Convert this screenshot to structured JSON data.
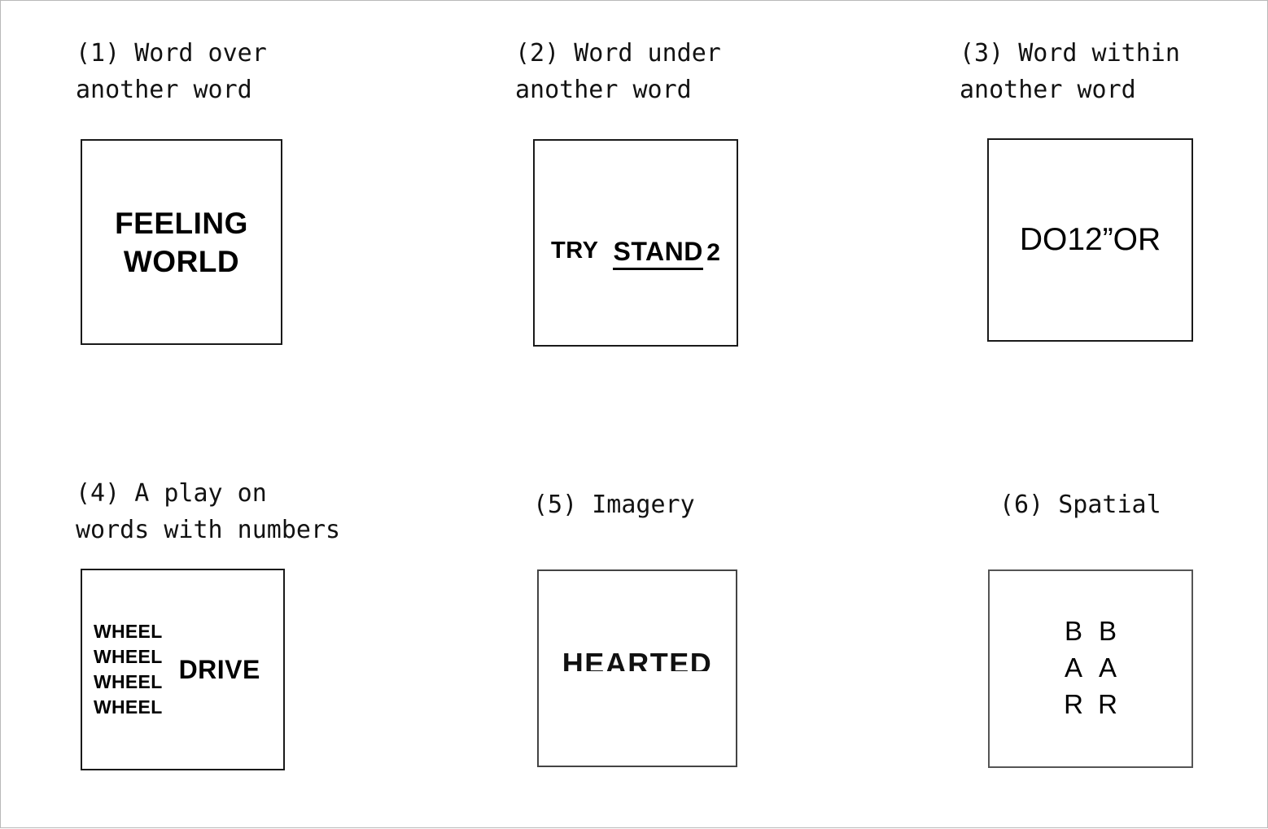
{
  "page": {
    "background": "#ffffff",
    "border_color": "#b9b9b9",
    "text_color": "#121212"
  },
  "puzzles": [
    {
      "caption": "(1) Word over\nanother word",
      "type": "word-over-word",
      "answer_style": "two stacked bold words",
      "lines": [
        "FEELING",
        "WORLD"
      ]
    },
    {
      "caption": "(2) Word under\nanother word",
      "type": "word-under-word",
      "left_word": "TRY",
      "numerator": "STAND",
      "denominator": "2"
    },
    {
      "caption": "(3) Word within\nanother word",
      "type": "word-within-word",
      "text": "DO12”OR"
    },
    {
      "caption": "(4) A play on\nwords with numbers",
      "type": "wordplay-with-numbers",
      "stacked_words": [
        "WHEEL",
        "WHEEL",
        "WHEEL",
        "WHEEL"
      ],
      "side_word": "DRIVE"
    },
    {
      "caption": "(5) Imagery",
      "type": "imagery",
      "text": "HEARTED",
      "rendering": "bottom half of the word is cut off"
    },
    {
      "caption": "(6) Spatial",
      "type": "spatial",
      "column_left": [
        "B",
        "A",
        "R"
      ],
      "column_right": [
        "B",
        "A",
        "R"
      ]
    }
  ]
}
